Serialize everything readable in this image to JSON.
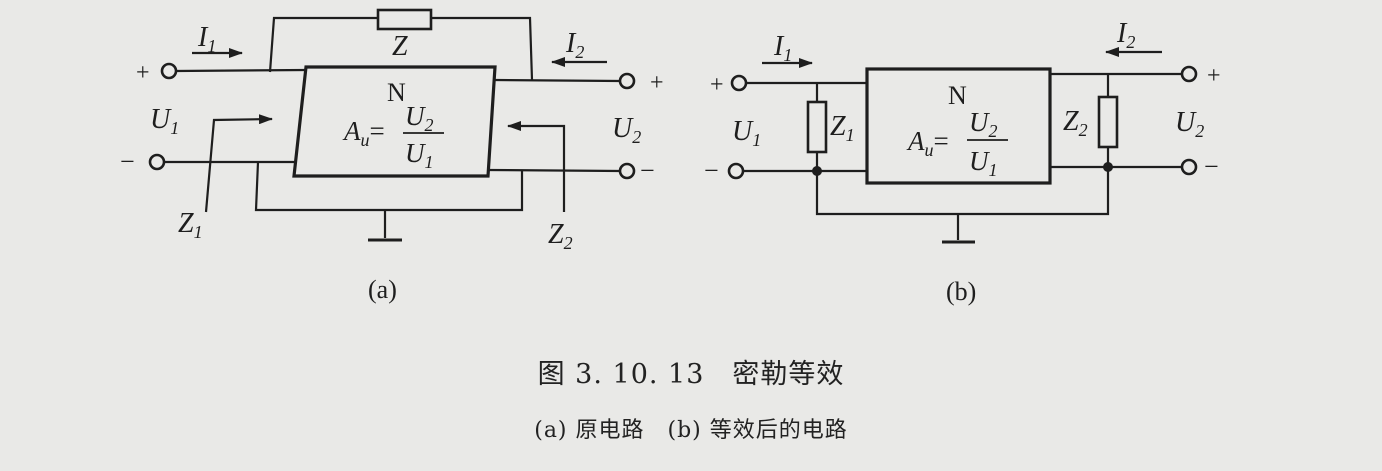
{
  "a": {
    "label": "(a)",
    "N": "N",
    "I1": "I",
    "I1s": "1",
    "I2": "I",
    "I2s": "2",
    "Z": "Z",
    "U1": "U",
    "U1s": "1",
    "U2": "U",
    "U2s": "2",
    "Z1": "Z",
    "Z1s": "1",
    "Z2": "Z",
    "Z2s": "2",
    "Au": "A",
    "Aus": "u",
    "eq": "=",
    "numU": "U",
    "numS": "2",
    "denU": "U",
    "denS": "1",
    "plus": "+",
    "minus": "−"
  },
  "b": {
    "label": "(b)",
    "N": "N",
    "I1": "I",
    "I1s": "1",
    "I2": "I",
    "I2s": "2",
    "U1": "U",
    "U1s": "1",
    "U2": "U",
    "U2s": "2",
    "Z1": "Z",
    "Z1s": "1",
    "Z2": "Z",
    "Z2s": "2",
    "Au": "A",
    "Aus": "u",
    "eq": "=",
    "numU": "U",
    "numS": "2",
    "denU": "U",
    "denS": "1",
    "plus": "+",
    "minus": "−"
  },
  "caption": {
    "title": "图 3. 10. 13　密勒等效",
    "subtitle": "(a) 原电路　(b) 等效后的电路"
  }
}
